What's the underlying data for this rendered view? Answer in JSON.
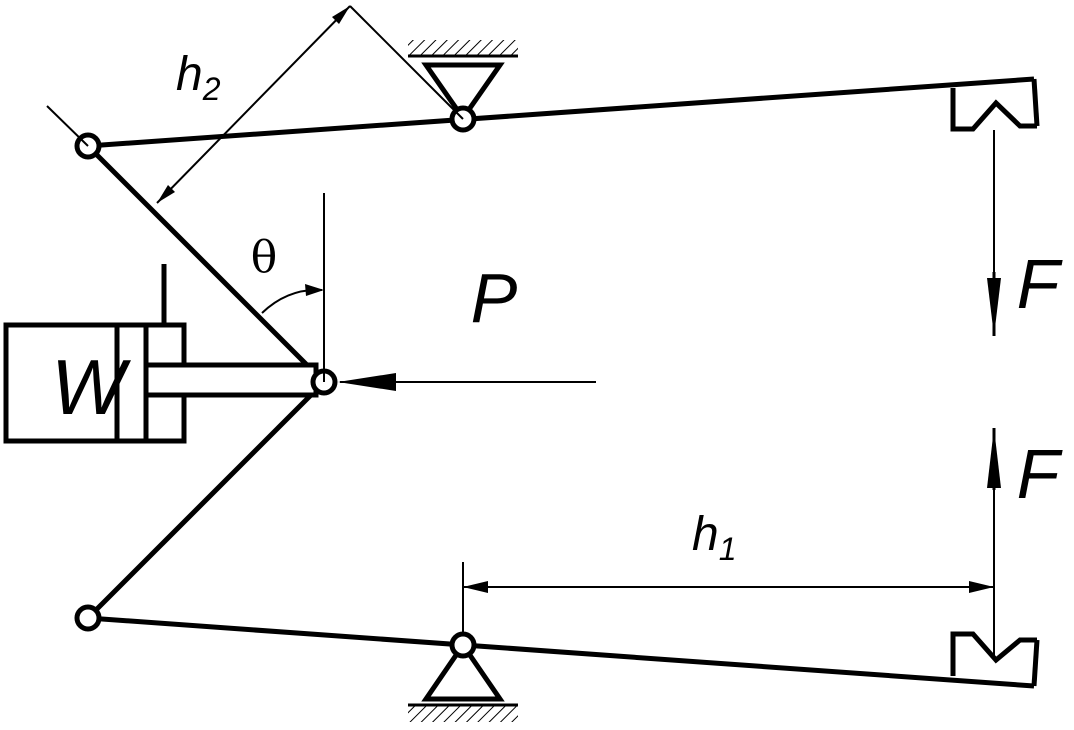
{
  "labels": {
    "h2": "h",
    "h2_sub": "2",
    "h1": "h",
    "h1_sub": "1",
    "theta": "θ",
    "P": "P",
    "F_top": "F",
    "F_bottom": "F",
    "W": "W"
  },
  "colors": {
    "stroke": "#000000",
    "background": "#ffffff"
  }
}
